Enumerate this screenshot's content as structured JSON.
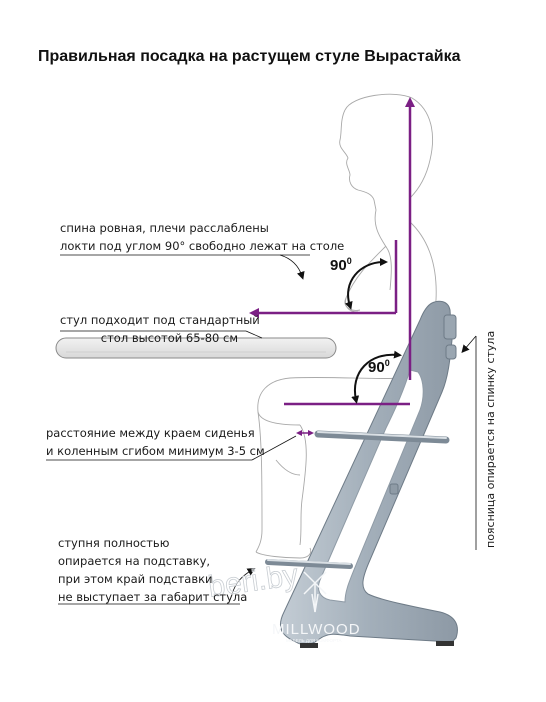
{
  "title": "Правильная посадка на растущем стуле Вырастайка",
  "notes": {
    "back_line1": "спина ровная, плечи расслаблены",
    "back_line2": "локти под углом 90° свободно лежат на столе",
    "table_line1": "стул подходит под стандартный",
    "table_line2": "стол высотой 65-80 см",
    "knee_line1": "расстояние между краем сиденья",
    "knee_line2": "и коленным сгибом минимум 3-5 см",
    "foot_line1": "ступня полностью",
    "foot_line2": "опирается на подставку,",
    "foot_line3": "при этом край подставки",
    "foot_line4": "не выступает за габарит стула",
    "lumbar": "поясница опирается на спинку стула"
  },
  "angles": {
    "elbow": "90",
    "elbow_sup": "0",
    "hip": "90",
    "hip_sup": "0"
  },
  "brand": {
    "name": "MILLWOOD",
    "tagline": "МЕБЕЛЬ ДЛЯ КОМФОРТА"
  },
  "watermark": "beri.by",
  "colors": {
    "accent": "#7b1f84",
    "chair": "#a8b4bf",
    "chair_dark": "#7d8a96",
    "outline": "#9a9a9a"
  }
}
